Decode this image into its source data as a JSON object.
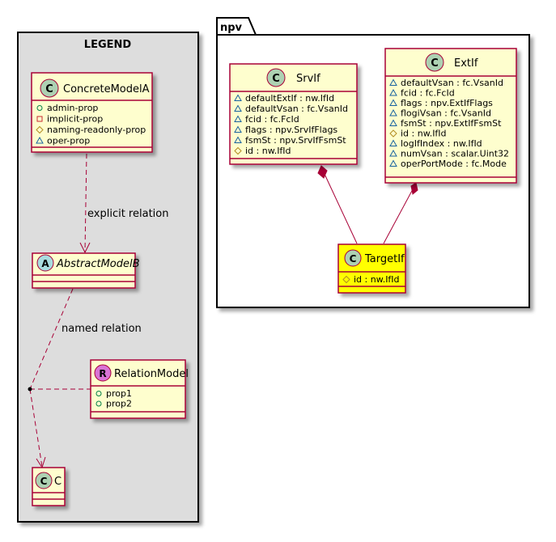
{
  "colors": {
    "class_fill": "#FEFECE",
    "class_border": "#A80036",
    "legend_fill": "#DDDDDD",
    "highlight_fill": "#FFFF00",
    "class_badge": "#ADD1B2",
    "abstract_badge": "#A9DCDF",
    "relation_badge": "#D974D6"
  },
  "legend": {
    "title": "LEGEND",
    "concrete": {
      "badge": "C",
      "name": "ConcreteModelA",
      "attributes": [
        {
          "visibility": "public",
          "text": "admin-prop"
        },
        {
          "visibility": "private",
          "text": "implicit-prop"
        },
        {
          "visibility": "protected",
          "text": "naming-readonly-prop"
        },
        {
          "visibility": "package",
          "text": "oper-prop"
        }
      ]
    },
    "abstract": {
      "badge": "A",
      "name": "AbstractModelB"
    },
    "explicit_relation_label": "explicit relation",
    "named_relation_label": "named relation",
    "relation_model": {
      "badge": "R",
      "name": "RelationModel",
      "attributes": [
        {
          "visibility": "public",
          "text": "prop1"
        },
        {
          "visibility": "public",
          "text": "prop2"
        }
      ]
    },
    "target": {
      "badge": "C",
      "name": "C"
    }
  },
  "package": {
    "name": "npv",
    "srv": {
      "badge": "C",
      "name": "SrvIf",
      "attributes": [
        {
          "visibility": "package",
          "text": "defaultExtIf : nw.IfId"
        },
        {
          "visibility": "package",
          "text": "defaultVsan : fc.VsanId"
        },
        {
          "visibility": "package",
          "text": "fcid : fc.FcId"
        },
        {
          "visibility": "package",
          "text": "flags : npv.SrvIfFlags"
        },
        {
          "visibility": "package",
          "text": "fsmSt : npv.SrvIfFsmSt"
        },
        {
          "visibility": "protected",
          "text": "id : nw.IfId"
        }
      ]
    },
    "ext": {
      "badge": "C",
      "name": "ExtIf",
      "attributes": [
        {
          "visibility": "package",
          "text": "defaultVsan : fc.VsanId"
        },
        {
          "visibility": "package",
          "text": "fcid : fc.FcId"
        },
        {
          "visibility": "package",
          "text": "flags : npv.ExtIfFlags"
        },
        {
          "visibility": "package",
          "text": "flogiVsan : fc.VsanId"
        },
        {
          "visibility": "package",
          "text": "fsmSt : npv.ExtIfFsmSt"
        },
        {
          "visibility": "protected",
          "text": "id : nw.IfId"
        },
        {
          "visibility": "package",
          "text": "logIfIndex : nw.IfId"
        },
        {
          "visibility": "package",
          "text": "numVsan : scalar.Uint32"
        },
        {
          "visibility": "package",
          "text": "operPortMode : fc.Mode"
        }
      ]
    },
    "target": {
      "badge": "C",
      "name": "TargetIf",
      "attributes": [
        {
          "visibility": "protected",
          "text": "id : nw.IfId"
        }
      ]
    }
  }
}
